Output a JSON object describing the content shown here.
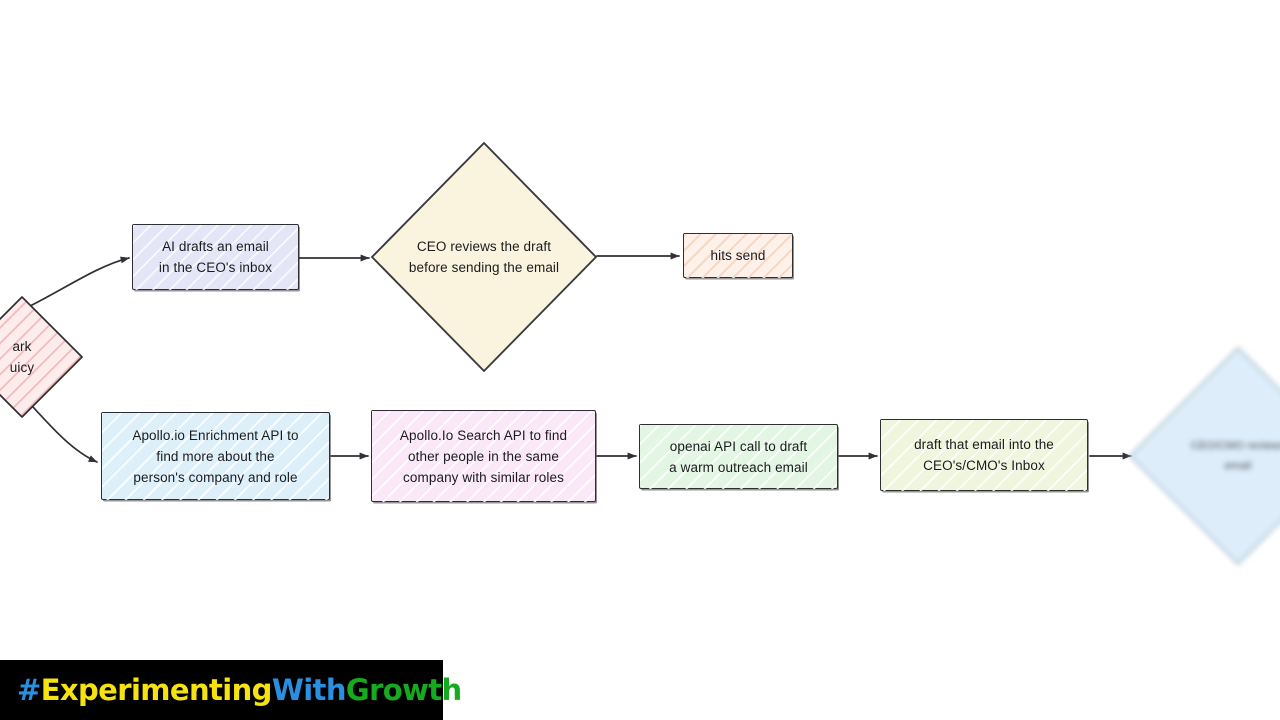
{
  "diagram": {
    "type": "flowchart",
    "style": "hand-drawn-sketch",
    "background": "#ffffff",
    "nodes": [
      {
        "id": "decision-left",
        "shape": "diamond",
        "text": "ark\nuicy",
        "full_text_guess": "mark juicy",
        "fill": "#fdecec",
        "hatch": "#f3bcbc",
        "stroke": "#2f2f33",
        "clipped": "left-edge"
      },
      {
        "id": "ai-drafts-email",
        "shape": "rectangle",
        "text": "AI drafts an email\nin the CEO's inbox",
        "fill": "#e4e5f7",
        "hatch": "#ffffff",
        "stroke": "#2f2f33"
      },
      {
        "id": "ceo-reviews-draft",
        "shape": "diamond",
        "text": "CEO reviews the draft\nbefore sending the email",
        "fill": "#faf3de",
        "hatch": "none",
        "stroke": "#2f2f33"
      },
      {
        "id": "hits-send",
        "shape": "rectangle",
        "text": "hits send",
        "fill": "#fdf1ea",
        "hatch": "#f6d2bd",
        "stroke": "#2f2f33"
      },
      {
        "id": "apollo-enrichment",
        "shape": "rectangle",
        "text": "Apollo.io Enrichment API to\nfind more about the\nperson's company and role",
        "fill": "#ddf0fa",
        "hatch": "#ffffff",
        "stroke": "#2f2f33"
      },
      {
        "id": "apollo-search",
        "shape": "rectangle",
        "text": "Apollo.Io Search API to find\nother people in the same\ncompany with similar roles",
        "fill": "#fae7f7",
        "hatch": "#ffffff",
        "stroke": "#2f2f33"
      },
      {
        "id": "openai-draft",
        "shape": "rectangle",
        "text": "openai API call to draft\na warm outreach email",
        "fill": "#e3f5e3",
        "hatch": "#ffffff",
        "stroke": "#2f2f33"
      },
      {
        "id": "draft-into-inbox",
        "shape": "rectangle",
        "text": "draft that email into the\nCEO's/CMO's Inbox",
        "fill": "#f0f6dd",
        "hatch": "#ffffff",
        "stroke": "#2f2f33"
      },
      {
        "id": "ceo-cmo-reviews",
        "shape": "diamond",
        "text": "CEO/CMO reviews\nemail",
        "fill": "#ddeefa",
        "hatch": "none",
        "stroke": "#9cb6c6",
        "clipped": "right-edge",
        "blurred": true
      }
    ],
    "edges": [
      {
        "from": "decision-left",
        "to": "ai-drafts-email",
        "style": "curved",
        "arrow": "end"
      },
      {
        "from": "ai-drafts-email",
        "to": "ceo-reviews-draft",
        "style": "straight",
        "arrow": "end"
      },
      {
        "from": "ceo-reviews-draft",
        "to": "hits-send",
        "style": "straight",
        "arrow": "end"
      },
      {
        "from": "decision-left",
        "to": "apollo-enrichment",
        "style": "curved",
        "arrow": "end"
      },
      {
        "from": "apollo-enrichment",
        "to": "apollo-search",
        "style": "straight",
        "arrow": "end"
      },
      {
        "from": "apollo-search",
        "to": "openai-draft",
        "style": "straight",
        "arrow": "end"
      },
      {
        "from": "openai-draft",
        "to": "draft-into-inbox",
        "style": "straight",
        "arrow": "end"
      },
      {
        "from": "draft-into-inbox",
        "to": "ceo-cmo-reviews",
        "style": "straight",
        "arrow": "end"
      }
    ]
  },
  "banner": {
    "hash": "#",
    "word1": "Experimenting",
    "word2": "With",
    "word3": "Growth",
    "background": "#000000",
    "hash_color": "#2a8fe0",
    "word1_color": "#f5e211",
    "word2_color": "#2a8fe0",
    "word3_color": "#16aa1f"
  }
}
